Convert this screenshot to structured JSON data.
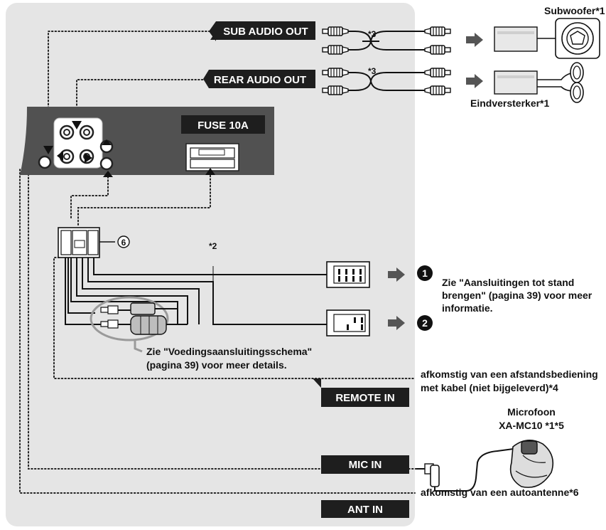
{
  "labels": {
    "sub_audio_out": "SUB AUDIO OUT",
    "rear_audio_out": "REAR AUDIO OUT",
    "fuse": "FUSE 10A",
    "remote_in": "REMOTE IN",
    "mic_in": "MIC IN",
    "ant_in": "ANT IN",
    "note_3a": "*3",
    "note_3b": "*3",
    "note_2": "*2",
    "circle_6": "6",
    "subwoofer": "Subwoofer*1",
    "amplifier": "Eindversterker*1",
    "num_1": "1",
    "num_2": "2",
    "conn_info_1": "Zie \"Aansluitingen tot stand",
    "conn_info_2": "brengen\" (pagina 39) voor meer",
    "conn_info_3": "informatie.",
    "power_info_1": "Zie \"Voedingsaansluitingsschema\"",
    "power_info_2": "(pagina 39) voor meer details.",
    "remote_info_1": "afkomstig van een afstandsbediening",
    "remote_info_2": "met kabel (niet bijgeleverd)*4",
    "mic_name_1": "Microfoon",
    "mic_name_2": "XA-MC10 *1*5",
    "antenna_info": "afkomstig van een autoantenne*6"
  },
  "colors": {
    "panel": "#e5e5e5",
    "unit": "#515151",
    "tag": "#1e1e1e",
    "ink": "#111111"
  }
}
